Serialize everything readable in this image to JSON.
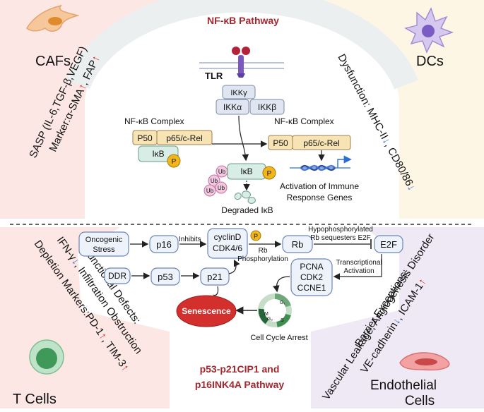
{
  "top": {
    "title": "NF-κB Pathway",
    "tlr": "TLR",
    "ikk_gamma": "IKKγ",
    "ikk_alpha": "IKKα",
    "ikk_beta": "IKKβ",
    "complex_left": "NF-κB Complex",
    "complex_right": "NF-κB Complex",
    "p50": "P50",
    "p65": "p65/c-Rel",
    "ikb": "IκB",
    "p": "P",
    "ub": "Ub",
    "degraded": "Degraded IκB",
    "activation_1": "Activation of Immune",
    "activation_2": "Response Genes"
  },
  "corners": {
    "cafs": {
      "label": "CAFs",
      "line1": "SASP (IL-6,TGF-β,VEGF)",
      "line2_main": "Marker:α-SMA",
      "line2_up1": "↑",
      "line2_sep": ", FAP",
      "line2_up2": "↑"
    },
    "dcs": {
      "label": "DCs",
      "line_main": "Dysfunction: MHC-II",
      "down1": "↓",
      "mid": ", CD80/86",
      "down2": "↓"
    },
    "tcells": {
      "label": "T Cells",
      "line1": "Functional Defects:",
      "line2_a": "IFN-γ",
      "line2_down": "↓",
      "line2_b": ", Infiltration Obstruction",
      "line3_a": "Depletion Markers:PD-1",
      "line3_up1": "↑",
      "line3_b": ", TIM-3",
      "line3_up2": "↑"
    },
    "endothelial": {
      "label_1": "Endothelial",
      "label_2": "Cells",
      "line1": "Barrier Exceptions:",
      "line2_a": "VE-cadherin",
      "line2_down": "↓",
      "line2_b": ", ICAM-1",
      "line2_up": "↑",
      "line3": "Vascular Leakage, Angiogenesis Disorder"
    }
  },
  "bottom": {
    "oncogenic_1": "Oncogenic",
    "oncogenic_2": "Stress",
    "p16": "p16",
    "inhibits": "Inhibits",
    "cyclind": "cyclinD",
    "cdk46": "CDK4/6",
    "p": "P",
    "rb": "Rb",
    "rb_phos_1": "Rb",
    "rb_phos_2": "Phosphorylation",
    "hypo_1": "Hypophosphorylated",
    "hypo_2": "Rb sequesters E2F",
    "e2f": "E2F",
    "ddr": "DDR",
    "p53": "p53",
    "p21": "p21",
    "transcriptional_1": "Transcriptional",
    "transcriptional_2": "Activation",
    "pcna": "PCNA",
    "cdk2": "CDK2",
    "ccne1": "CCNE1",
    "senescence": "Senescence",
    "cycle_arrest": "Cell Cycle Arrest",
    "g1": "G₁",
    "s": "S",
    "g2": "G₂",
    "m": "M",
    "pathway_1": "p53-p21CIP1 and",
    "pathway_2": "p16INK4A Pathway"
  },
  "colors": {
    "red_title": "#a0282e",
    "peach": "#fde7e4",
    "cream": "#fdf6e4",
    "lavender": "#efe9f5",
    "mint": "#e9f1ec",
    "box_fill": "#eef3fb",
    "box_stroke": "#6b86b8",
    "senescence": "#d3302d",
    "up_arrow": "#d3302d",
    "down_arrow": "#3a6fd0",
    "phospho": "#f2b51a",
    "ub_pink": "#f2c8e0"
  }
}
